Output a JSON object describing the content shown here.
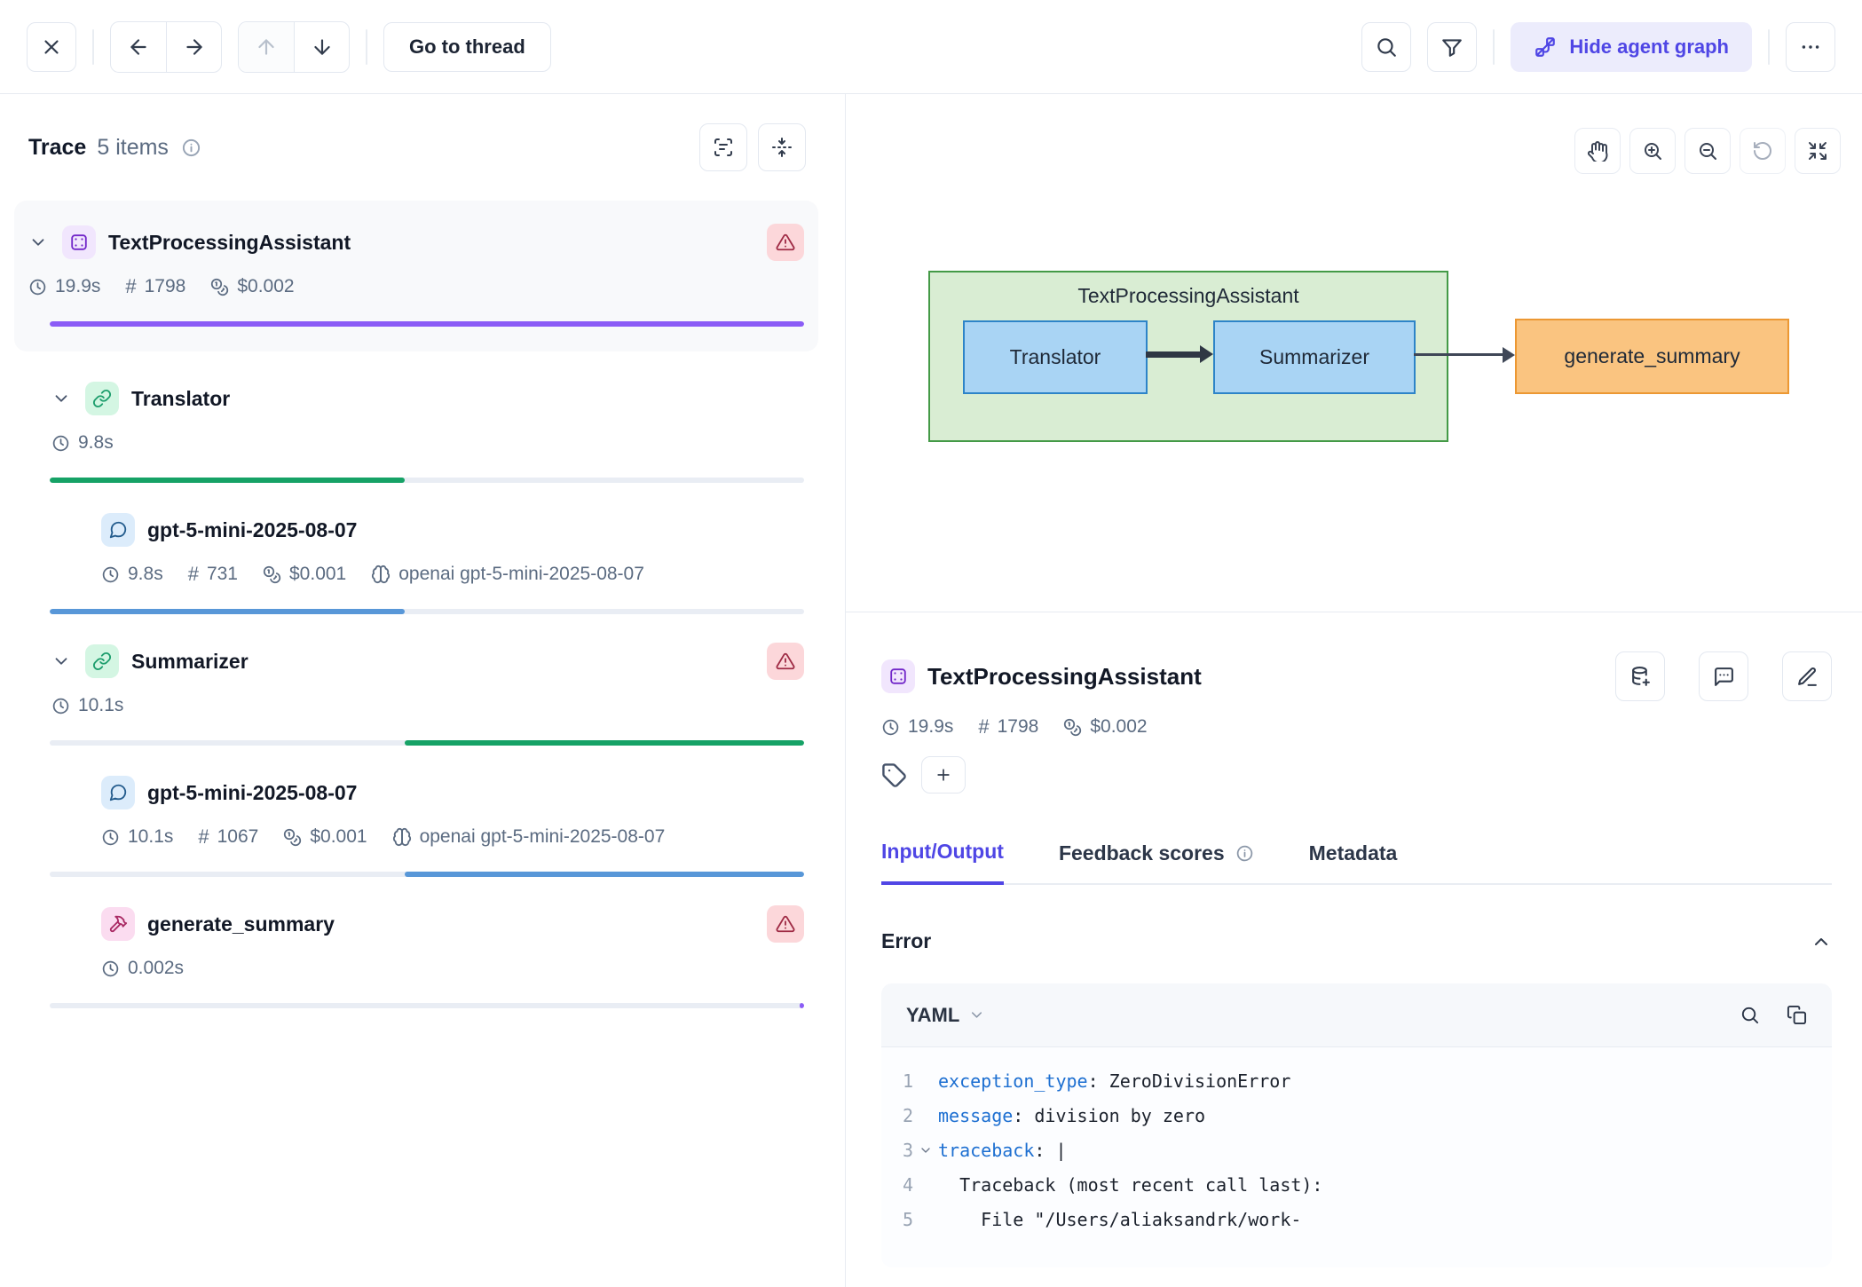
{
  "colors": {
    "accent_indigo": "#4f46e5",
    "bar_purple": "#8b5cf6",
    "bar_green": "#16a266",
    "bar_blue": "#5897d8",
    "error_badge_red": "#9f2b45",
    "graph_green_fill": "#d9edd3",
    "graph_blue_fill": "#a9d4f4",
    "graph_orange_fill": "#fac480"
  },
  "toolbar": {
    "go_to_thread_label": "Go to thread",
    "hide_agent_graph_label": "Hide agent graph"
  },
  "trace_panel": {
    "title": "Trace",
    "count": "5 items",
    "hash_glyph": "#",
    "items": [
      {
        "name": "TextProcessingAssistant",
        "duration": "19.9s",
        "tokens": "1798",
        "cost": "$0.002"
      },
      {
        "name": "Translator",
        "duration": "9.8s"
      },
      {
        "name": "gpt-5-mini-2025-08-07",
        "duration": "9.8s",
        "tokens": "731",
        "cost": "$0.001",
        "provider": "openai gpt-5-mini-2025-08-07"
      },
      {
        "name": "Summarizer",
        "duration": "10.1s"
      },
      {
        "name": "gpt-5-mini-2025-08-07",
        "duration": "10.1s",
        "tokens": "1067",
        "cost": "$0.001",
        "provider": "openai gpt-5-mini-2025-08-07"
      },
      {
        "name": "generate_summary",
        "duration": "0.002s"
      }
    ]
  },
  "agent_graph": {
    "container_label": "TextProcessingAssistant",
    "node_translator": "Translator",
    "node_summarizer": "Summarizer",
    "node_generate_summary": "generate_summary"
  },
  "details": {
    "title": "TextProcessingAssistant",
    "duration": "19.9s",
    "tokens": "1798",
    "cost": "$0.002",
    "tabs": {
      "input_output": "Input/Output",
      "feedback_scores": "Feedback scores",
      "metadata": "Metadata"
    },
    "error_title": "Error",
    "format_label": "YAML",
    "code_lines": [
      {
        "num": "1",
        "key": "exception_type",
        "rest": ": ZeroDivisionError"
      },
      {
        "num": "2",
        "key": "message",
        "rest": ": division by zero"
      },
      {
        "num": "3",
        "key": "traceback",
        "rest": ": |"
      },
      {
        "num": "4",
        "key": "",
        "rest": "  Traceback (most recent call last):"
      },
      {
        "num": "5",
        "key": "",
        "rest": "    File \"/Users/aliaksandrk/work-"
      }
    ]
  }
}
